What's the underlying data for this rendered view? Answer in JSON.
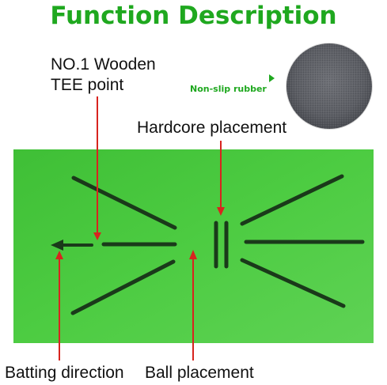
{
  "title": "Function Description",
  "labels": {
    "tee_line1": "NO.1 Wooden",
    "tee_line2": "TEE point",
    "hardcore": "Hardcore placement",
    "rubber": "Non-slip rubber",
    "batting": "Batting direction",
    "ball": "Ball placement"
  },
  "colors": {
    "title_green": "#1fa81f",
    "mat_green": "#49c93f",
    "mat_line": "#1a3a1a",
    "pointer_red": "#d8241f",
    "rubber_gray": "#5c5e64"
  },
  "icons": [
    "triangle-arrow-icon",
    "rubber-texture-swatch"
  ]
}
